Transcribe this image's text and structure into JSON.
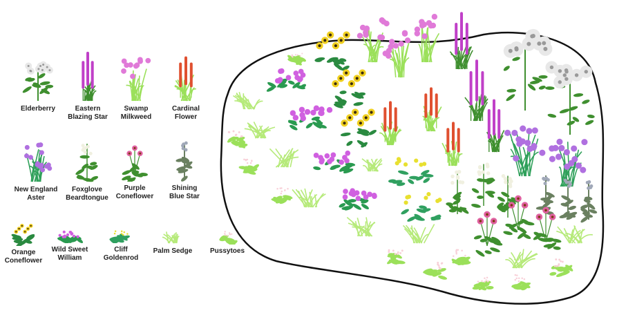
{
  "legend": {
    "items": [
      {
        "key": "elderberry",
        "label": "Elderberry"
      },
      {
        "key": "eastern-blazing-star",
        "label": "Eastern\nBlazing Star"
      },
      {
        "key": "swamp-milkweed",
        "label": "Swamp\nMilkweed"
      },
      {
        "key": "cardinal-flower",
        "label": "Cardinal\nFlower"
      },
      {
        "key": "new-england-aster",
        "label": "New England\nAster"
      },
      {
        "key": "foxglove-beardtongue",
        "label": "Foxglove\nBeardtongue"
      },
      {
        "key": "purple-coneflower",
        "label": "Purple\nConeflower"
      },
      {
        "key": "shining-blue-star",
        "label": "Shining\nBlue Star"
      },
      {
        "key": "orange-coneflower",
        "label": "Orange\nConeflower"
      },
      {
        "key": "wild-sweet-william",
        "label": "Wild Sweet\nWilliam"
      },
      {
        "key": "cliff-goldenrod",
        "label": "Cliff\nGoldenrod"
      },
      {
        "key": "palm-sedge",
        "label": "Palm Sedge"
      },
      {
        "key": "pussytoes",
        "label": "Pussytoes"
      }
    ]
  },
  "colors": {
    "bed_outline": "#111111",
    "leaf_dark": "#3f8f2f",
    "leaf_light": "#9be05a",
    "sedge": "#b6ea7a",
    "white_flower": "#e8e8e8",
    "blazing_star": "#c040c8",
    "milkweed": "#e07ad8",
    "cardinal": "#e05030",
    "aster": "#b070e0",
    "beardtongue": "#f0f0e0",
    "coneflower_purple": "#e060a0",
    "blue_star": "#a0a8b8",
    "coneflower_orange": "#f0d020",
    "sweet_william": "#d060e0",
    "goldenrod": "#e8e030",
    "pussytoes": "#f8d0d8"
  }
}
